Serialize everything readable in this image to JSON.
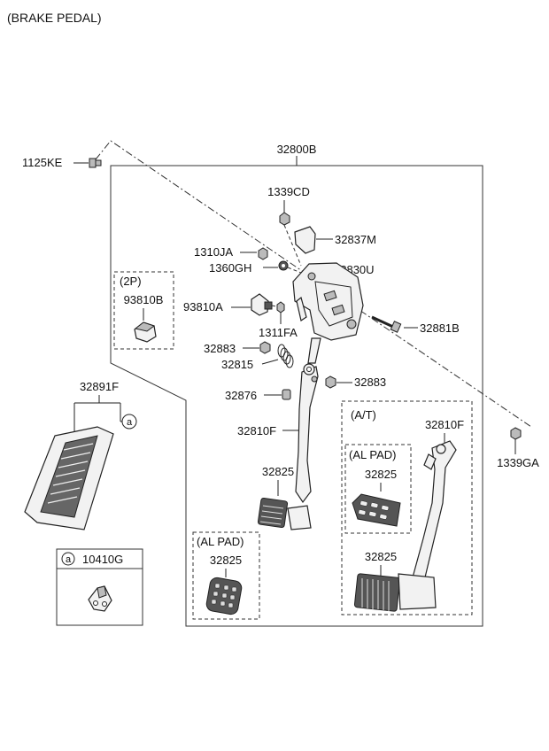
{
  "title": "(BRAKE PEDAL)",
  "assembly": {
    "number": "32800B"
  },
  "callouts": {
    "p1125KE": "1125KE",
    "p1339CD": "1339CD",
    "p32837M": "32837M",
    "p1310JA": "1310JA",
    "p1360GH": "1360GH",
    "p32830U": "32830U",
    "p93810A": "93810A",
    "p1311FA": "1311FA",
    "p32881B": "32881B",
    "p32883_left": "32883",
    "p32815": "32815",
    "p32883_right": "32883",
    "p32876": "32876",
    "p32810F_left": "32810F",
    "p32825_main": "32825",
    "p32891F": "32891F",
    "p1339GA": "1339GA"
  },
  "box_2p": {
    "label": "(2P)",
    "part": "93810B"
  },
  "box_at": {
    "label": "(A/T)",
    "part_pedal": "32810F",
    "part_pad": "32825"
  },
  "box_al_pad_at": {
    "label": "(AL PAD)",
    "part": "32825"
  },
  "box_al_pad": {
    "label": "(AL PAD)",
    "part": "32825"
  },
  "ref_a": {
    "symbol": "a",
    "part": "10410G"
  },
  "mat_ref": {
    "symbol": "a"
  }
}
